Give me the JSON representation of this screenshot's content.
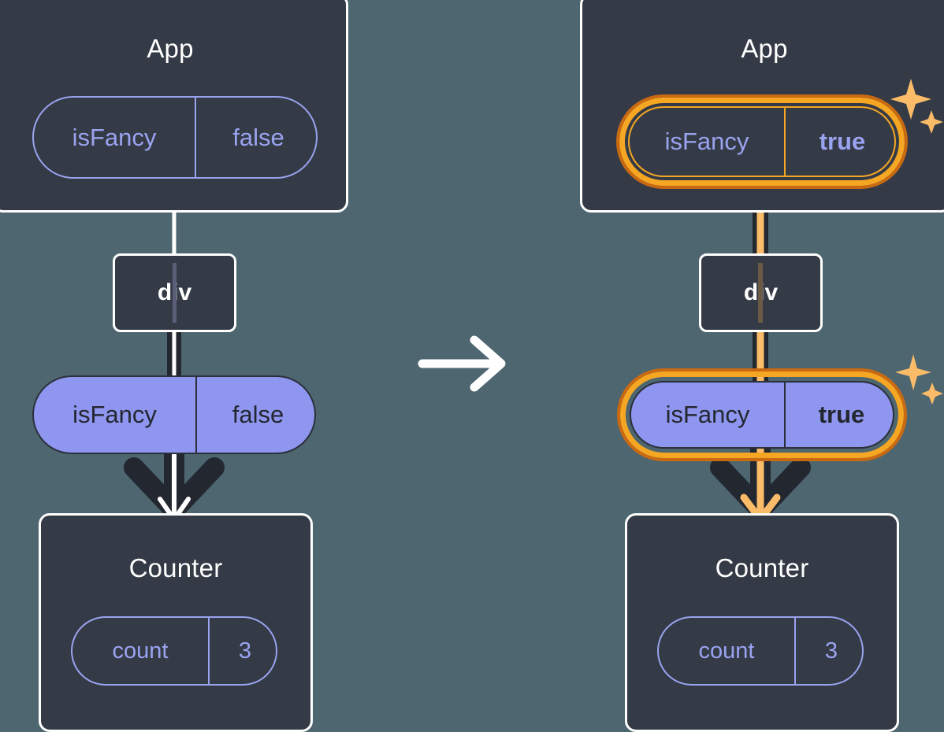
{
  "diagram": {
    "title": "react-state-lifting-prop-flow",
    "background_color": "#4d6670",
    "box_fill": "#343a46",
    "box_border": "#ffffff",
    "prop_purple": "#9aa3f0",
    "pill_fill": "#8f96f0",
    "highlight_orange": "#f5a623",
    "highlight_orange_dark": "#c96a12",
    "line_dark": "#23272f",
    "transition_arrow": "arrow-right-icon"
  },
  "left": {
    "app": {
      "title": "App",
      "prop": {
        "name": "isFancy",
        "value": "false",
        "bold_value": false,
        "highlighted": false
      }
    },
    "div": {
      "label": "div"
    },
    "passed_prop": {
      "name": "isFancy",
      "value": "false",
      "bold_value": false,
      "highlighted": false
    },
    "counter": {
      "title": "Counter",
      "state": {
        "name": "count",
        "value": "3",
        "bold_value": false
      }
    }
  },
  "right": {
    "app": {
      "title": "App",
      "prop": {
        "name": "isFancy",
        "value": "true",
        "bold_value": true,
        "highlighted": true
      }
    },
    "div": {
      "label": "div"
    },
    "passed_prop": {
      "name": "isFancy",
      "value": "true",
      "bold_value": true,
      "highlighted": true
    },
    "counter": {
      "title": "Counter",
      "state": {
        "name": "count",
        "value": "3",
        "bold_value": false
      }
    },
    "sparkle_top": "sparkles-icon",
    "sparkle_mid": "sparkles-icon"
  }
}
